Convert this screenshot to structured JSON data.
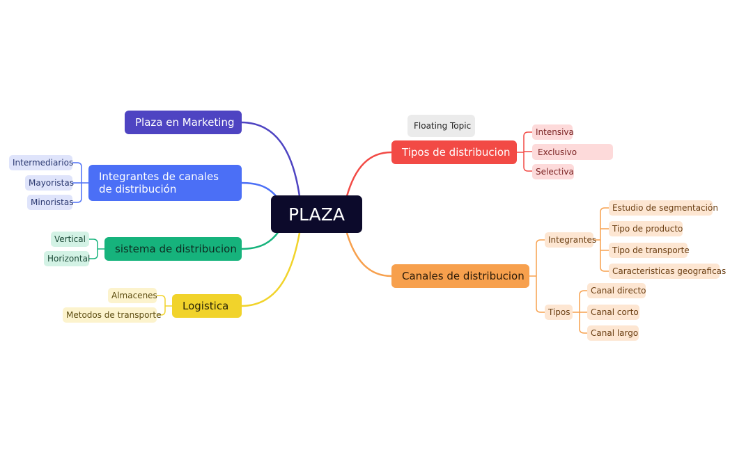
{
  "root": "PLAZA",
  "floating": "Floating Topic",
  "left": {
    "marketing": {
      "label": "Plaza en Marketing"
    },
    "integrantes": {
      "label": "Integrantes de canales de distribución",
      "children": [
        "Intermediarios",
        "Mayoristas",
        "Minoristas"
      ]
    },
    "sistema": {
      "label": "sistema de distribucion",
      "children": [
        "Vertical",
        "Horizontal"
      ]
    },
    "logistica": {
      "label": "Logistica",
      "children": [
        "Almacenes",
        "Metodos de transporte"
      ]
    }
  },
  "right": {
    "tipos": {
      "label": "Tipos de distribucion",
      "children": [
        "Intensiva",
        "Exclusivo",
        "Selectiva"
      ]
    },
    "canales": {
      "label": "Canales de distribucion",
      "integrantes": {
        "label": "Integrantes",
        "children": [
          "Estudio de segmentación",
          "Tipo de producto",
          "Tipo de transporte",
          "Caracteristicas geograficas"
        ]
      },
      "tipos": {
        "label": "Tipos",
        "children": [
          "Canal directo",
          "Canal corto",
          "Canal largo"
        ]
      }
    }
  },
  "colors": {
    "purple": "#4e44c2",
    "blue": "#4b6ff6",
    "green": "#16b37c",
    "yellow": "#f1d32b",
    "red": "#f24a45",
    "orange": "#f7a04d"
  }
}
